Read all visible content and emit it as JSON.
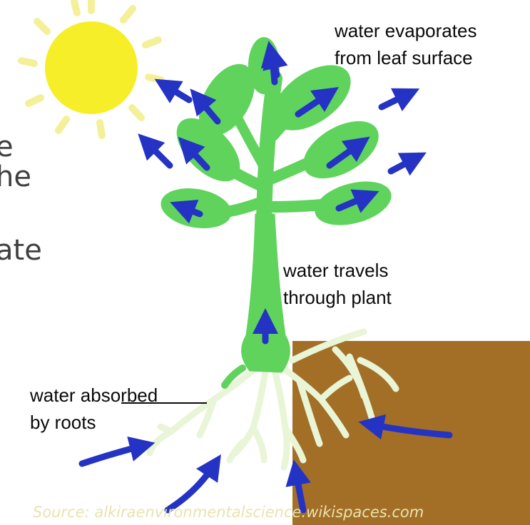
{
  "slide_text_fragments": [
    "e",
    "he",
    "ate"
  ],
  "diagram": {
    "labels": {
      "evaporates": [
        "water evaporates",
        "from leaf surface"
      ],
      "travels": [
        "water travels",
        "through plant"
      ],
      "absorbed": [
        "water absorbed",
        "by roots"
      ]
    },
    "source": "Source: alkiraenvironmentalscience.wikispaces.com"
  },
  "colors": {
    "soil": "#a36f26",
    "leaf": "#5fd35c",
    "arrow": "#2433c4",
    "sun": "#f7ee2a",
    "sun_ray": "#f4f09a",
    "root": "#e8f5d6"
  },
  "icons": [
    "sun-icon",
    "leaf-icon",
    "arrow-icon",
    "root-icon"
  ]
}
